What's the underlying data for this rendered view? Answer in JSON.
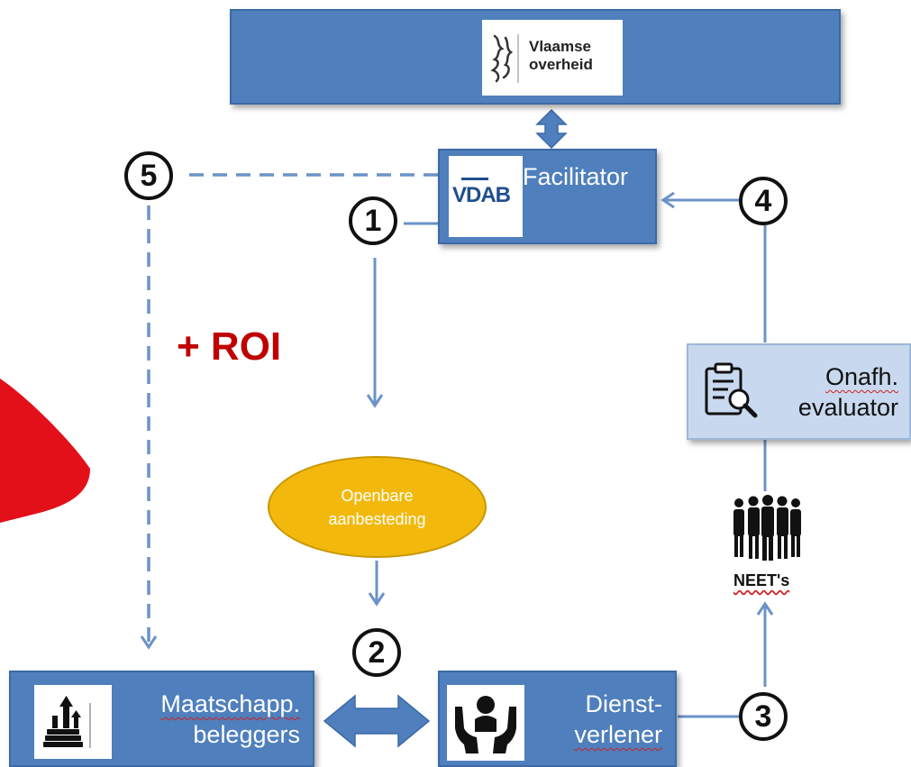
{
  "government": {
    "name_line1": "Vlaamse",
    "name_line2": "overheid"
  },
  "facilitator": {
    "logo_text": "VDAB",
    "label": "Facilitator"
  },
  "procurement": {
    "line1": "Openbare",
    "line2": "aanbesteding"
  },
  "roi": {
    "text": "+ ROI"
  },
  "evaluator": {
    "line1": "Onafh.",
    "line2": "evaluator"
  },
  "neets": {
    "label": "NEET's"
  },
  "investors": {
    "line1": "Maatschapp.",
    "line2": "beleggers"
  },
  "provider": {
    "line1": "Dienst-",
    "line2": "verlener"
  },
  "steps": {
    "s1": "1",
    "s2": "2",
    "s3": "3",
    "s4": "4",
    "s5": "5"
  },
  "colors": {
    "box": "#4f7fbc",
    "oval": "#f2b90c",
    "roi": "#c00000",
    "connector": "#6b93c7"
  }
}
